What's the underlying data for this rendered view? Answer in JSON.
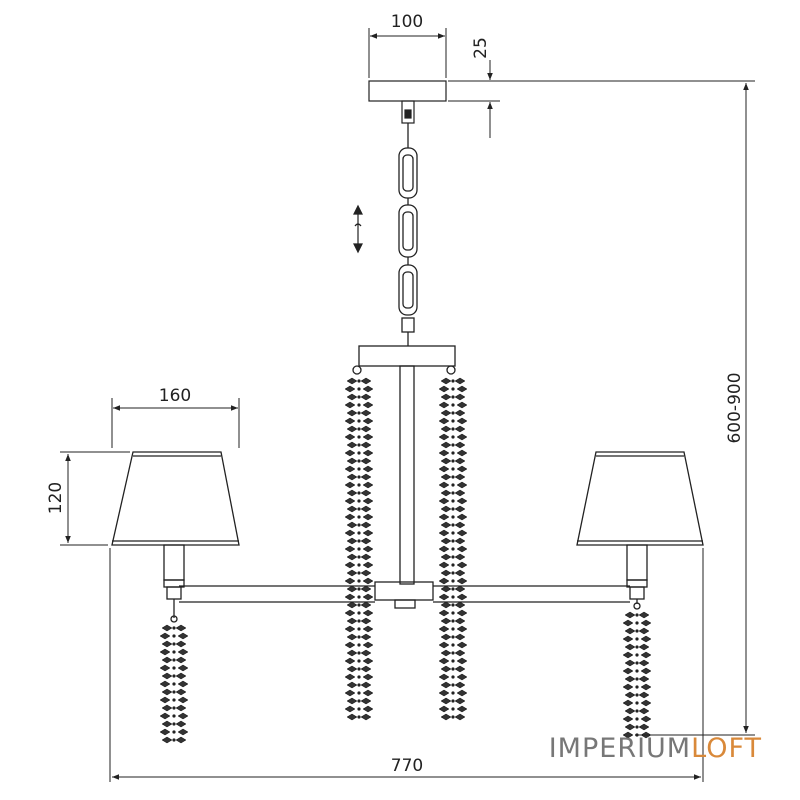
{
  "dimensions": {
    "canopy_width": "100",
    "canopy_height": "25",
    "shade_width": "160",
    "shade_height": "120",
    "total_height": "600-900",
    "total_width": "770"
  },
  "brand": {
    "part1": "IMPERIUM",
    "part2": "LOFT"
  },
  "colors": {
    "line": "#222222",
    "brand_gray": "#777777",
    "brand_orange": "#d9893a"
  }
}
